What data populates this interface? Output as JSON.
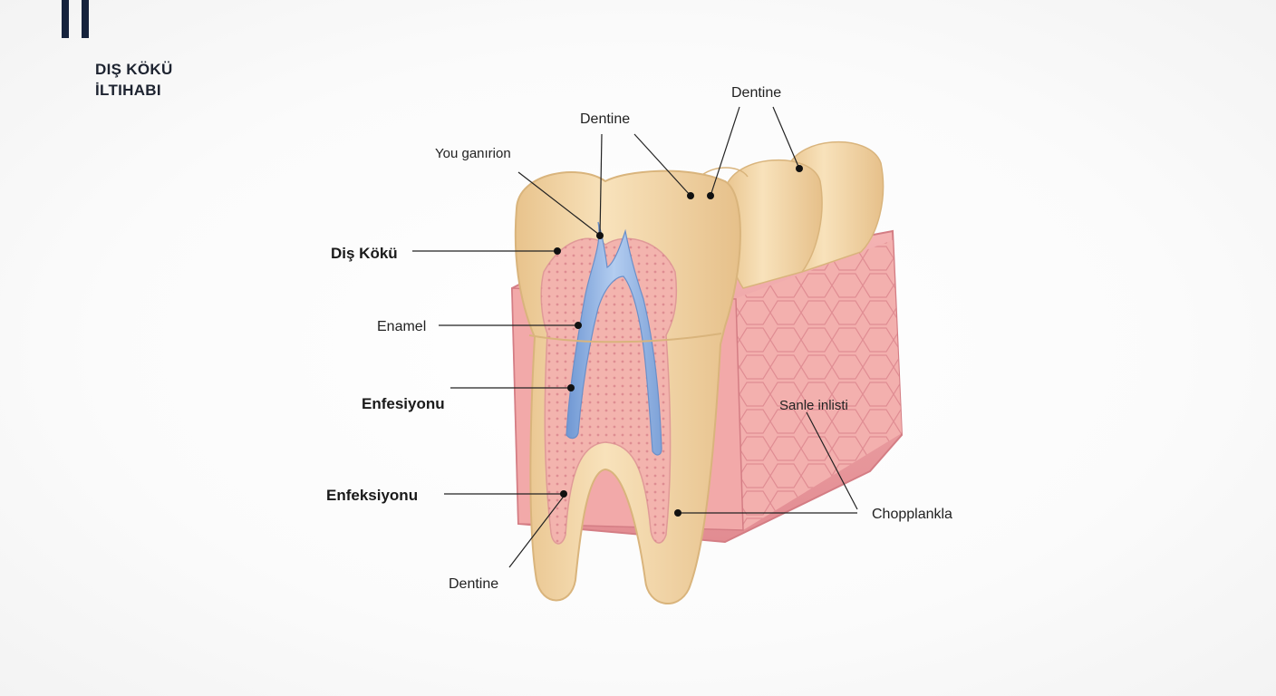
{
  "brand": {
    "accent": "#16233d"
  },
  "title": {
    "line1": "DIŞ KÖKÜ",
    "line2": "İLTIHABI"
  },
  "labels": {
    "dentine_top_right": "Dentine",
    "dentine_top_center": "Dentine",
    "you_garnion": "You ganırion",
    "dis_koku": "Diş Kökü",
    "enamel": "Enamel",
    "enfesiyonu": "Enfesiyonu",
    "enfeksiyonu": "Enfeksiyonu",
    "dentine_bottom": "Dentine",
    "sanle_inlisti": "Sanle inlisti",
    "chopplankla": "Chopplankla"
  },
  "colors": {
    "tooth": "#f5dbb0",
    "tooth_shadow": "#e3bf87",
    "gum": "#f0a7a7",
    "gum_dark": "#d97c82",
    "pulp": "#f2b2ad",
    "nerve": "#8fb2e0"
  }
}
